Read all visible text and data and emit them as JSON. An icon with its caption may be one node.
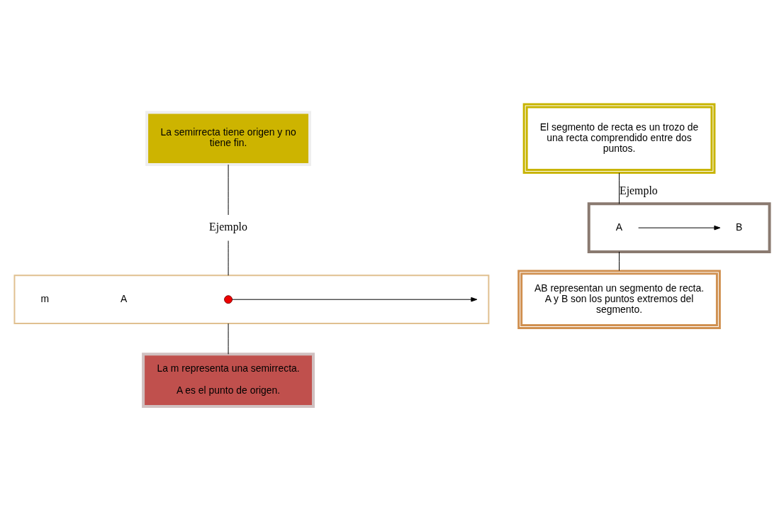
{
  "diagram": {
    "nodes": [
      {
        "text": [
          "La semirrecta tiene origen y no tiene fin."
        ]
      },
      {
        "text": [
          "Ejemplo"
        ]
      },
      {
        "text": [],
        "shape": "box"
      },
      {
        "text": [],
        "shape": "circle",
        "in": 2
      },
      {
        "text": [
          "La m representa una semirrecta.",
          "A es el punto de origen."
        ]
      },
      {
        "text": [
          "El segmento de recta es un trozo de una recta comprendido entre dos puntos."
        ]
      },
      {
        "text": [],
        "shape": "box"
      },
      {
        "text": [
          "A"
        ],
        "in": 6
      },
      {
        "text": [
          "B"
        ],
        "in": 6
      },
      {
        "text": [
          "AB representan un segmento de recta. A y B son los puntos extremos del segmento."
        ]
      }
    ],
    "edges": [
      {
        "from": 0,
        "to": 1,
        "arrow": "none"
      },
      {
        "from": 1,
        "to": 2,
        "arrow": "none"
      },
      {
        "from": 2,
        "to": 4,
        "arrow": "none"
      },
      {
        "from": 3,
        "to": null,
        "arrow": "to"
      },
      {
        "from": 5,
        "to": 6,
        "arrow": "none",
        "label": "Ejemplo"
      },
      {
        "from": 7,
        "to": 8,
        "arrow": "to"
      },
      {
        "from": 6,
        "to": 9,
        "arrow": "none"
      }
    ],
    "labels": [
      "A",
      "m"
    ]
  }
}
